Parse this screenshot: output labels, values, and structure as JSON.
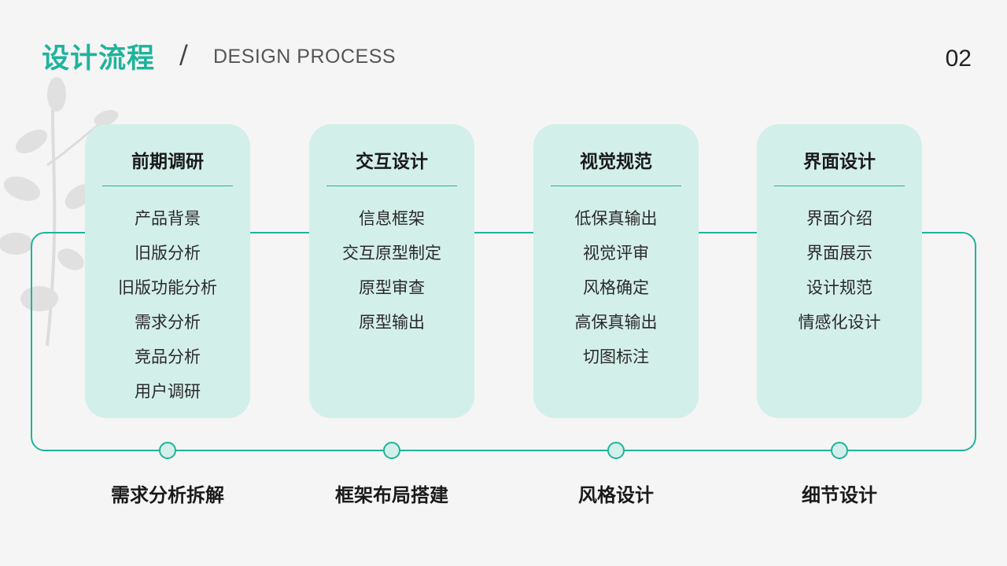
{
  "header": {
    "title": "设计流程",
    "separator": "/",
    "subtitle": "DESIGN PROCESS",
    "page_number": "02"
  },
  "colors": {
    "accent": "#1fb39b",
    "card_background": "#d3efe9",
    "page_background": "#f5f5f5"
  },
  "stages": [
    {
      "title": "前期调研",
      "items": [
        "产品背景",
        "旧版分析",
        "旧版功能分析",
        "需求分析",
        "竞品分析",
        "用户调研"
      ],
      "label": "需求分析拆解"
    },
    {
      "title": "交互设计",
      "items": [
        "信息框架",
        "交互原型制定",
        "原型审查",
        "原型输出"
      ],
      "label": "框架布局搭建"
    },
    {
      "title": "视觉规范",
      "items": [
        "低保真输出",
        "视觉评审",
        "风格确定",
        "高保真输出",
        "切图标注"
      ],
      "label": "风格设计"
    },
    {
      "title": "界面设计",
      "items": [
        "界面介绍",
        "界面展示",
        "设计规范",
        "情感化设计"
      ],
      "label": "细节设计"
    }
  ]
}
